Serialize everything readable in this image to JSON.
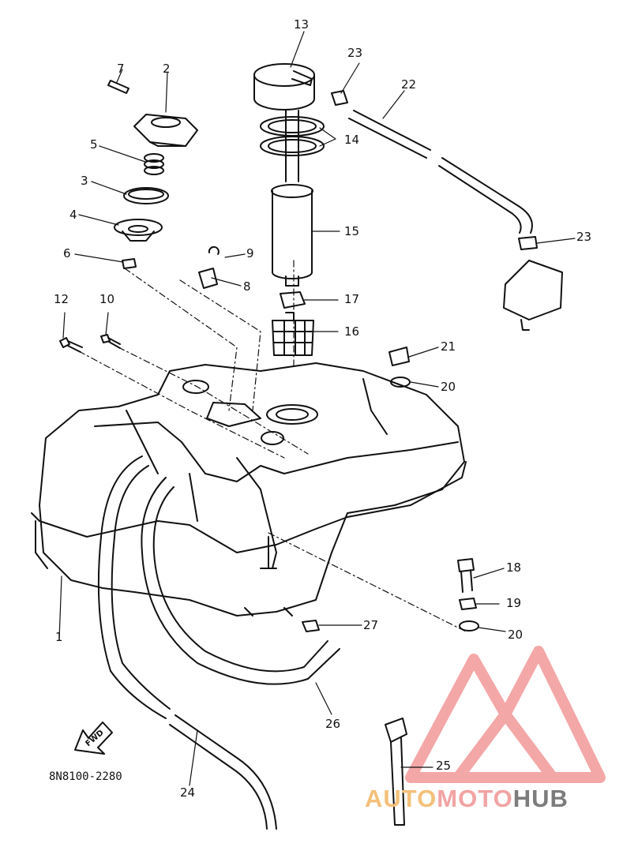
{
  "diagram": {
    "drawing_code": "8N8100-2280",
    "fwd_label": "FWD",
    "part_labels": [
      "1",
      "2",
      "3",
      "4",
      "5",
      "6",
      "7",
      "8",
      "9",
      "10",
      "12",
      "13",
      "14",
      "15",
      "16",
      "17",
      "18",
      "19",
      "20",
      "20",
      "21",
      "22",
      "23",
      "23",
      "24",
      "25",
      "26",
      "27"
    ]
  },
  "watermark": {
    "part1": "AUTO",
    "part2": "MOTO",
    "part3": "HUB",
    "colors": {
      "triangle": "#f08a8a",
      "auto": "#f4c07a",
      "moto": "#f2a3a3",
      "hub": "#7c7c7c"
    }
  }
}
